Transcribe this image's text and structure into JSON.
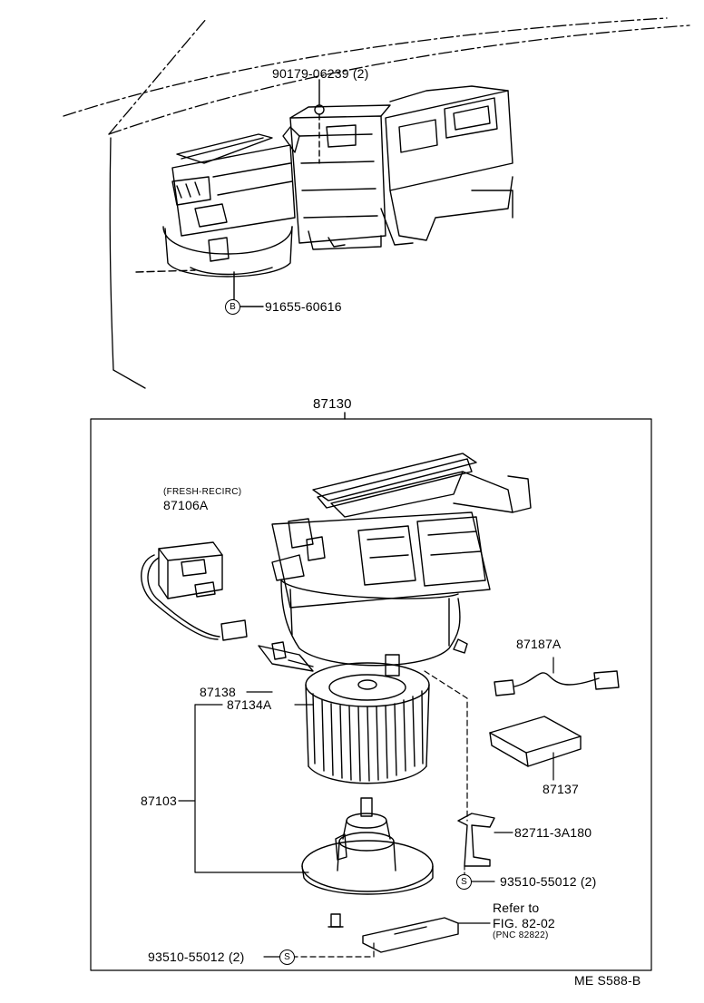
{
  "top_assembly": {
    "bolt_label": "90179-06239 (2)",
    "clip_badge": "B",
    "clip_label": "91655-60616"
  },
  "blower_unit": {
    "assembly_label": "87130",
    "servo_note": "(FRESH-RECIRC)",
    "servo_label": "87106A",
    "harness_label": "87187A",
    "resistor_label": "87138",
    "fan_label": "87134A",
    "motor_label": "87103",
    "cover_label": "87137",
    "bracket_label": "82711-3A180",
    "screw_right_badge": "S",
    "screw_right_label": "93510-55012 (2)",
    "refer_line1": "Refer to",
    "refer_line2": "FIG. 82-02",
    "refer_line3": "(PNC 82822)",
    "screw_left_label": "93510-55012 (2)",
    "screw_left_badge": "S"
  },
  "footer_code": "ME S588-B"
}
